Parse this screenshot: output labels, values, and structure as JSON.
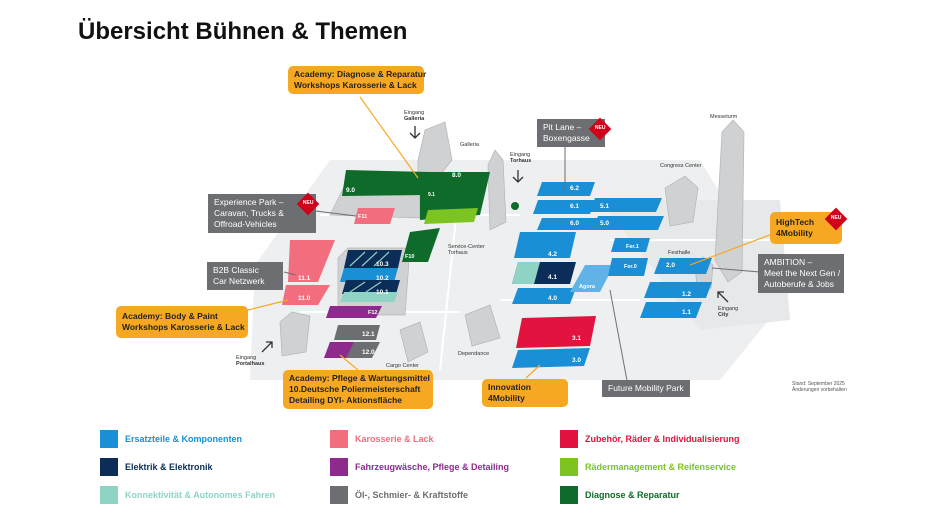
{
  "title": "Übersicht Bühnen & Themen",
  "colors": {
    "blue": "#1a8fd6",
    "navy": "#0b2d57",
    "teal": "#8fd3c4",
    "pink": "#f26d7d",
    "purple": "#8e2a8e",
    "gray": "#6d6e71",
    "crimson": "#e3123f",
    "lime": "#7dc423",
    "green": "#0f6b2a",
    "orange": "#f7a823"
  },
  "callouts": {
    "academy_diag": [
      "Academy: Diagnose & Reparatur",
      "Workshops Karosserie & Lack"
    ],
    "experience": [
      "Experience Park –",
      "Caravan, Trucks &",
      "Offroad-Vehicles"
    ],
    "b2b": [
      "B2B Classic",
      "Car Netzwerk"
    ],
    "academy_body": [
      "Academy: Body & Paint",
      "Workshops Karosserie & Lack"
    ],
    "academy_pflege": [
      "Academy: Pflege & Wartungsmittel",
      "10.Deutsche Poliermeisterschaft",
      "Detailing DYI- Aktionsfläche"
    ],
    "pitlane": [
      "Pit Lane –",
      "Boxengasse"
    ],
    "hightech": [
      "HighTech",
      "4Mobility"
    ],
    "ambition": [
      "AMBITION –",
      "Meet the Next Gen /",
      "Autoberufe & Jobs"
    ],
    "innovation": [
      "Innovation",
      "4Mobility"
    ],
    "future": "Future Mobility Park",
    "neu": "NEU"
  },
  "labels": {
    "eingang_galleria": [
      "Eingang",
      "Galleria"
    ],
    "galleria": "Galleria",
    "eingang_torhaus": [
      "Eingang",
      "Torhaus"
    ],
    "service_center": [
      "Service-Center",
      "Torhaus"
    ],
    "congress": "Congress Center",
    "messeturm": "Messeturm",
    "eingang_portalhaus": [
      "Eingang",
      "Portalhaus"
    ],
    "cargo": "Cargo Center",
    "dependance": "Dependance",
    "festhalle": "Festhalle",
    "eingang_city": [
      "Eingang",
      "City"
    ],
    "agora": "Agora",
    "stand": [
      "Stand: September 2025",
      "Änderungen vorbehalten"
    ]
  },
  "halls": {
    "h9_0": "9.0",
    "h9_1": "9.1",
    "h8_0": "8.0",
    "f11": "F11",
    "f10": "F10",
    "h11_1": "11.1",
    "h11_0": "11.0",
    "h10_3": "10.3",
    "h10_2": "10.2",
    "h10_1": "10.1",
    "f12": "F12",
    "h12_1": "12.1",
    "h12_0": "12.0",
    "h6_2": "6.2",
    "h6_1": "6.1",
    "h6_0": "6.0",
    "h5_1": "5.1",
    "h5_0": "5.0",
    "h4_2": "4.2",
    "h4_1": "4.1",
    "h4_0": "4.0",
    "fer1": "Fer.1",
    "fer0": "Fer.0",
    "h3_1": "3.1",
    "h3_0": "3.0",
    "h2_0": "2.0",
    "h1_2": "1.2",
    "h1_1": "1.1"
  },
  "legend": [
    {
      "label": "Ersatzteile & Komponenten",
      "color": "#1a8fd6"
    },
    {
      "label": "Karosserie & Lack",
      "color": "#f26d7d"
    },
    {
      "label": "Zubehör, Räder & Individualisierung",
      "color": "#e3123f"
    },
    {
      "label": "Elektrik & Elektronik",
      "color": "#0b2d57"
    },
    {
      "label": "Fahrzeugwäsche, Pflege & Detailing",
      "color": "#8e2a8e"
    },
    {
      "label": "Rädermanagement & Reifenservice",
      "color": "#7dc423"
    },
    {
      "label": "Konnektivität & Autonomes Fahren",
      "color": "#8fd3c4"
    },
    {
      "label": "Öl-, Schmier- & Kraftstoffe",
      "color": "#6d6e71"
    },
    {
      "label": "Diagnose & Reparatur",
      "color": "#0f6b2a"
    }
  ]
}
